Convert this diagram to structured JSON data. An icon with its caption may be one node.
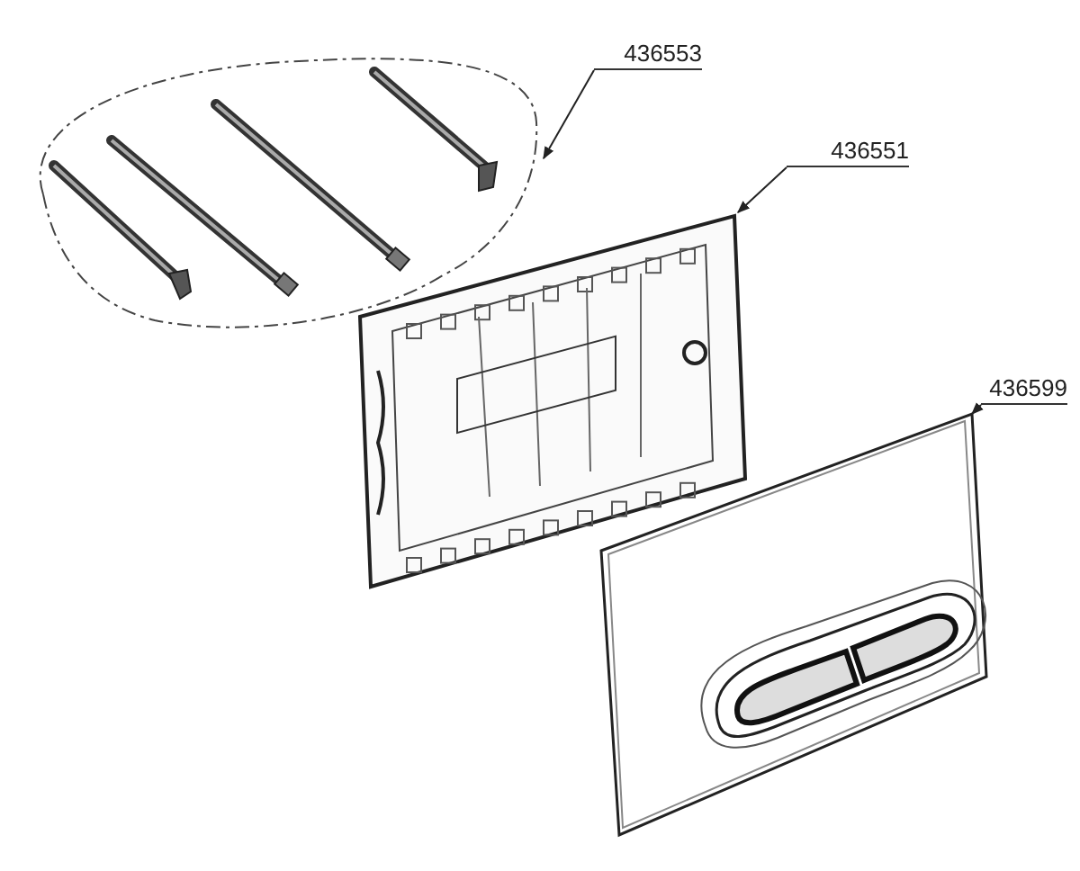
{
  "diagram": {
    "nodes": [
      {
        "text": [
          "436553"
        ]
      },
      {
        "text": [],
        "shape": "picture"
      },
      {
        "text": [
          "436551"
        ]
      },
      {
        "text": [],
        "shape": "picture"
      },
      {
        "text": [
          "436599"
        ]
      },
      {
        "text": [],
        "shape": "picture"
      }
    ],
    "edges": [
      {
        "from": 0,
        "to": 1,
        "arrow": "to"
      },
      {
        "from": 2,
        "to": 3,
        "arrow": "to"
      },
      {
        "from": 4,
        "to": 5,
        "arrow": "to"
      }
    ]
  }
}
